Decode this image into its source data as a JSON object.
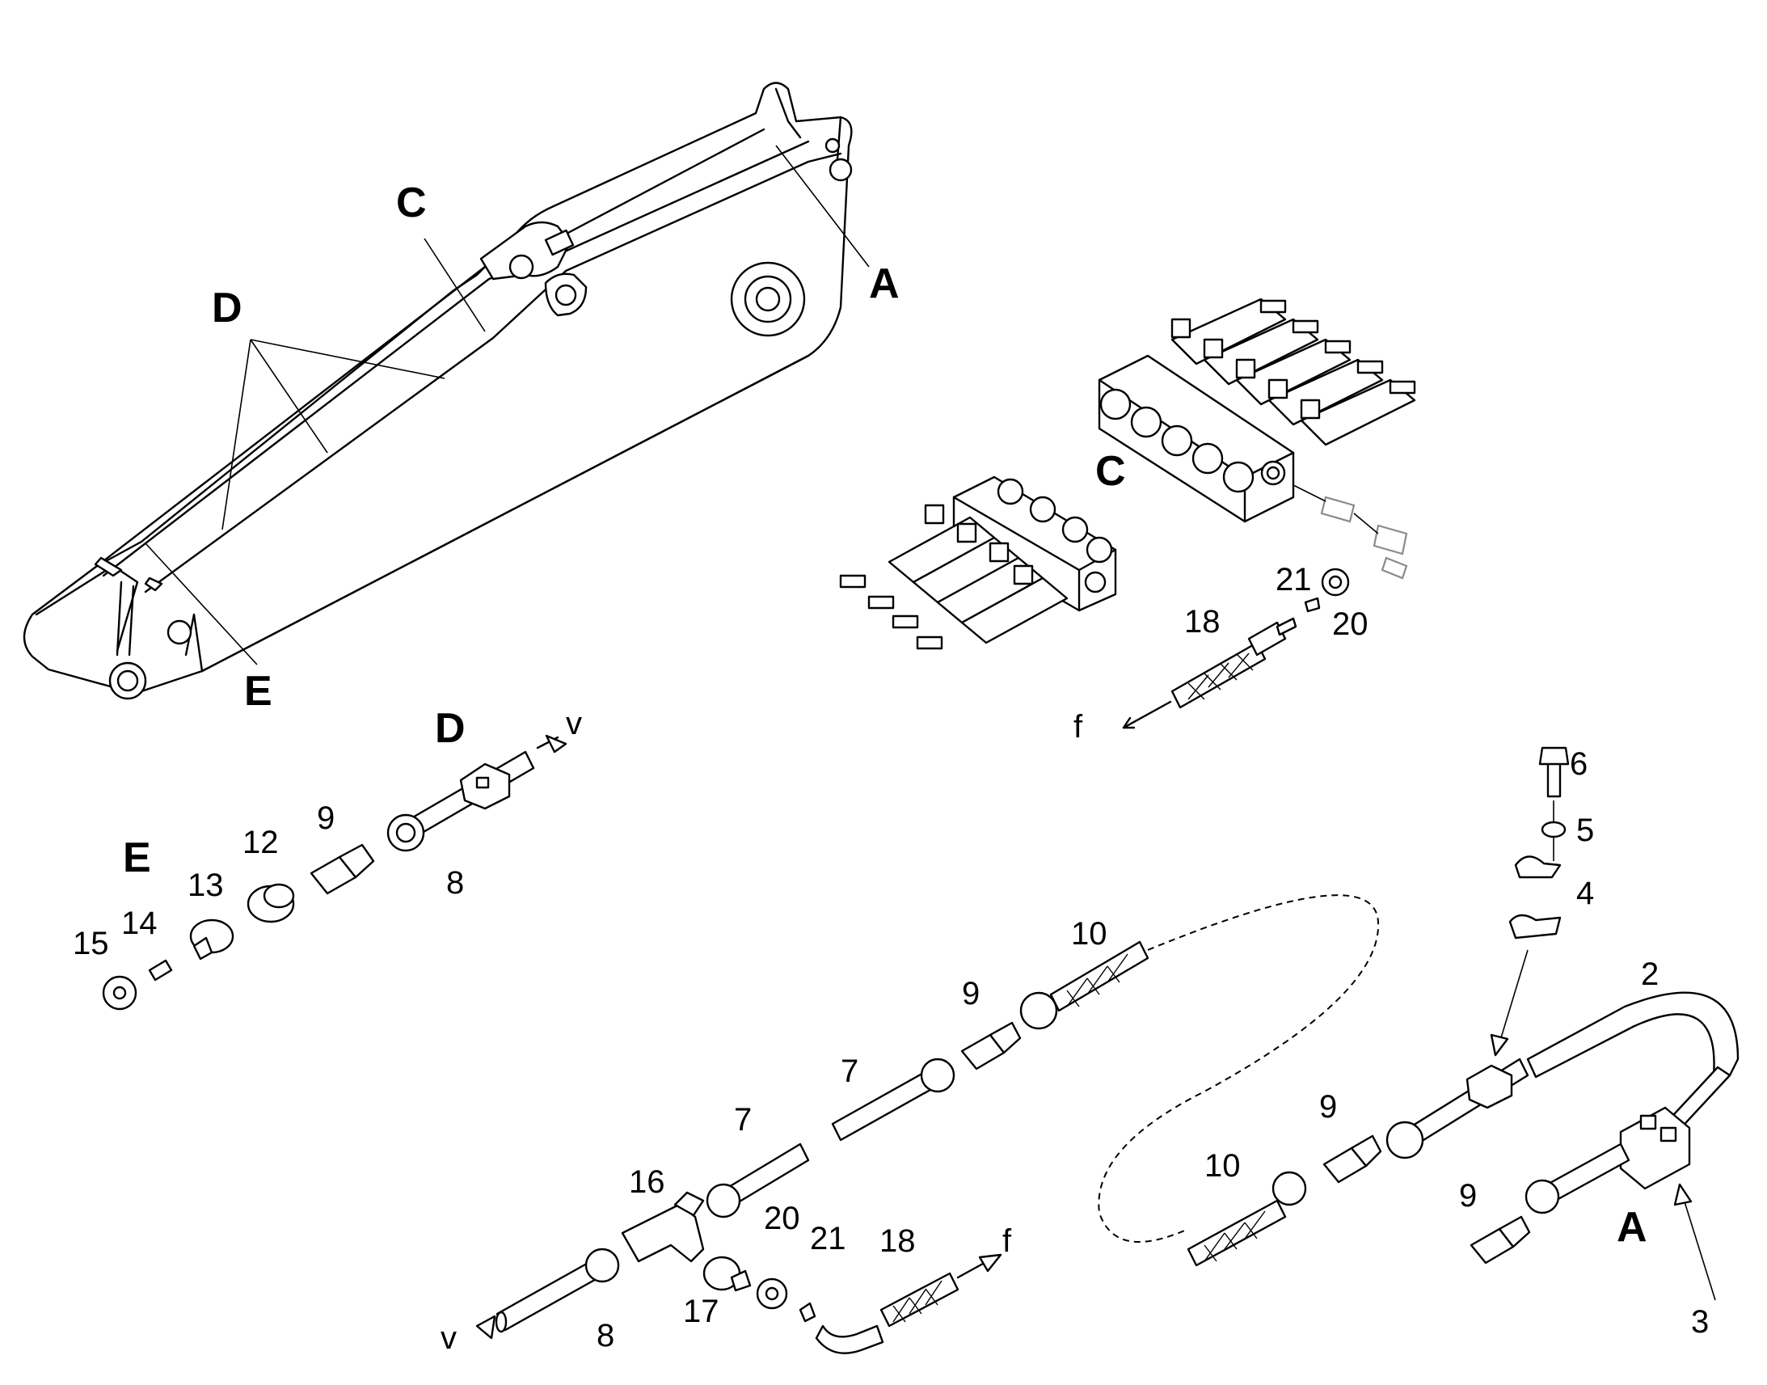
{
  "callouts": {
    "A_boom": "A",
    "C_boom": "C",
    "D_boom": "D",
    "E_boom": "E",
    "C_group": "C",
    "D_group": "D",
    "E_group": "E",
    "A_group": "A",
    "v_top": "v",
    "v_bottom": "v",
    "f_top": "f",
    "f_bottom": "f"
  },
  "parts": {
    "p2": "2",
    "p3": "3",
    "p4": "4",
    "p5": "5",
    "p6": "6",
    "p7a": "7",
    "p7b": "7",
    "p8a": "8",
    "p8b": "8",
    "p9a": "9",
    "p9b": "9",
    "p9c": "9",
    "p9d": "9",
    "p10a": "10",
    "p10b": "10",
    "p12": "12",
    "p13": "13",
    "p14": "14",
    "p15": "15",
    "p16": "16",
    "p17": "17",
    "p18a": "18",
    "p18b": "18",
    "p20a": "20",
    "p20b": "20",
    "p21a": "21",
    "p21b": "21"
  }
}
